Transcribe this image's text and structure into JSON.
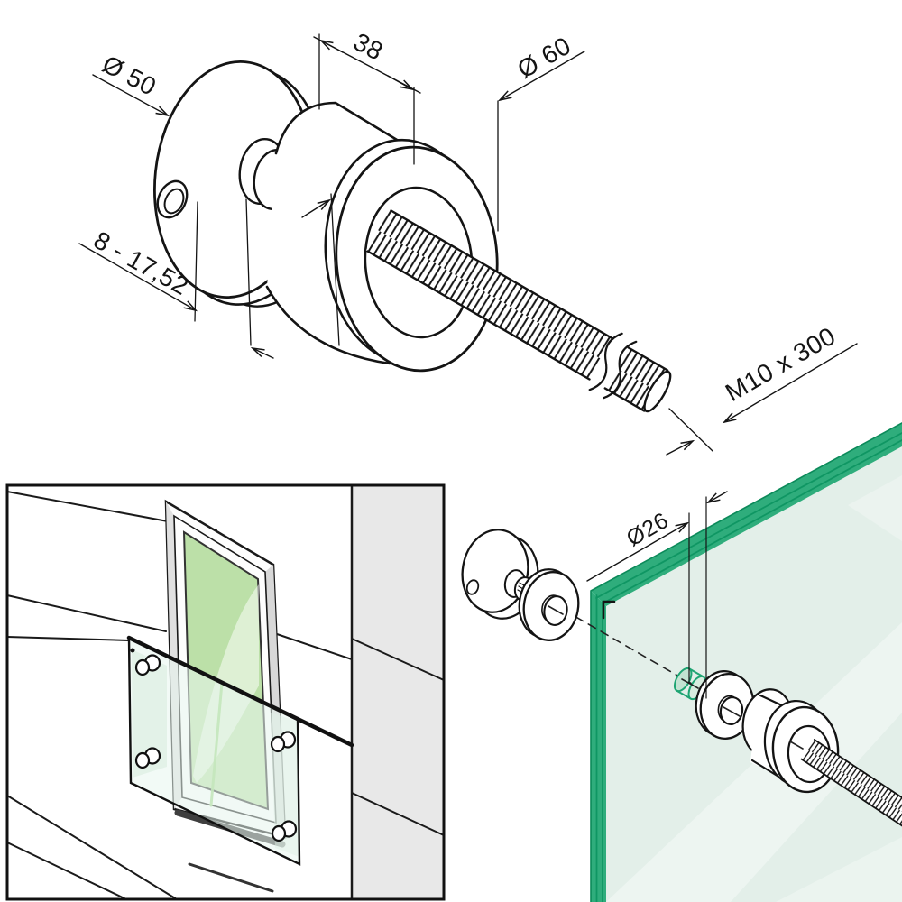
{
  "title": "Glass point adapter technical drawing",
  "main_view": {
    "labels": {
      "plate_diameter": "Ø 50",
      "body_length": "38",
      "body_diameter": "Ø 60",
      "clamping_range": "8 - 17,52",
      "stud_spec": "M10 x 300"
    }
  },
  "exploded_view": {
    "labels": {
      "glass_hole_diameter": "Ø26"
    }
  },
  "colors": {
    "line": "#141414",
    "glass_edge": "#2fad7c",
    "glass_edge_dark": "#0f9663",
    "glass_edge_outline": "#0c8a5a",
    "glass_face": "#e3efe9",
    "glass_hole_stroke": "#1fa573",
    "glass_hole_fill": "#d7ecdf",
    "window_pane": "#bce0a8",
    "window_streak": "#9ad47f",
    "wall_side": "#e8e8e8",
    "sill_shadow": "#3f3f3f"
  }
}
